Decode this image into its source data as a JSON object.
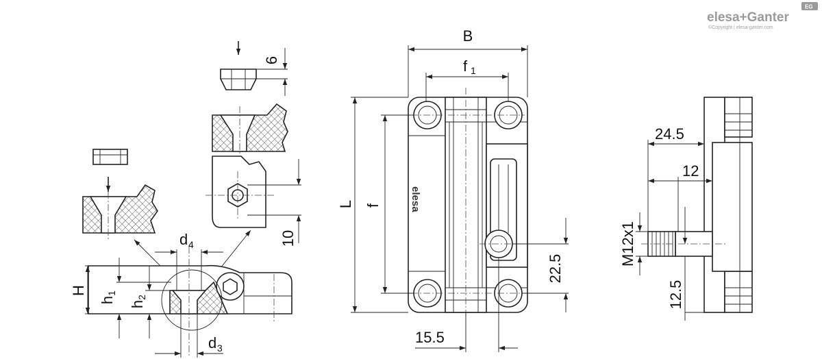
{
  "brand": {
    "name": "elesa+Ganter",
    "badge": "EG",
    "copyright": "©Copyright | elesa-ganter.com"
  },
  "part_marking": "elesa",
  "dimensions": {
    "B": "B",
    "f1": "f",
    "f1_sub": "1",
    "L": "L",
    "f": "f",
    "d4": "d",
    "d4_sub": "4",
    "d3": "d",
    "d3_sub": "3",
    "H": "H",
    "h1": "h",
    "h1_sub": "1",
    "h2": "h",
    "h2_sub": "2",
    "six": "6",
    "ten": "10",
    "dim_22_5": "22.5",
    "dim_15_5": "15.5",
    "dim_24_5": "24.5",
    "dim_12": "12",
    "thread": "M12x1",
    "dim_12_5": "12.5"
  }
}
